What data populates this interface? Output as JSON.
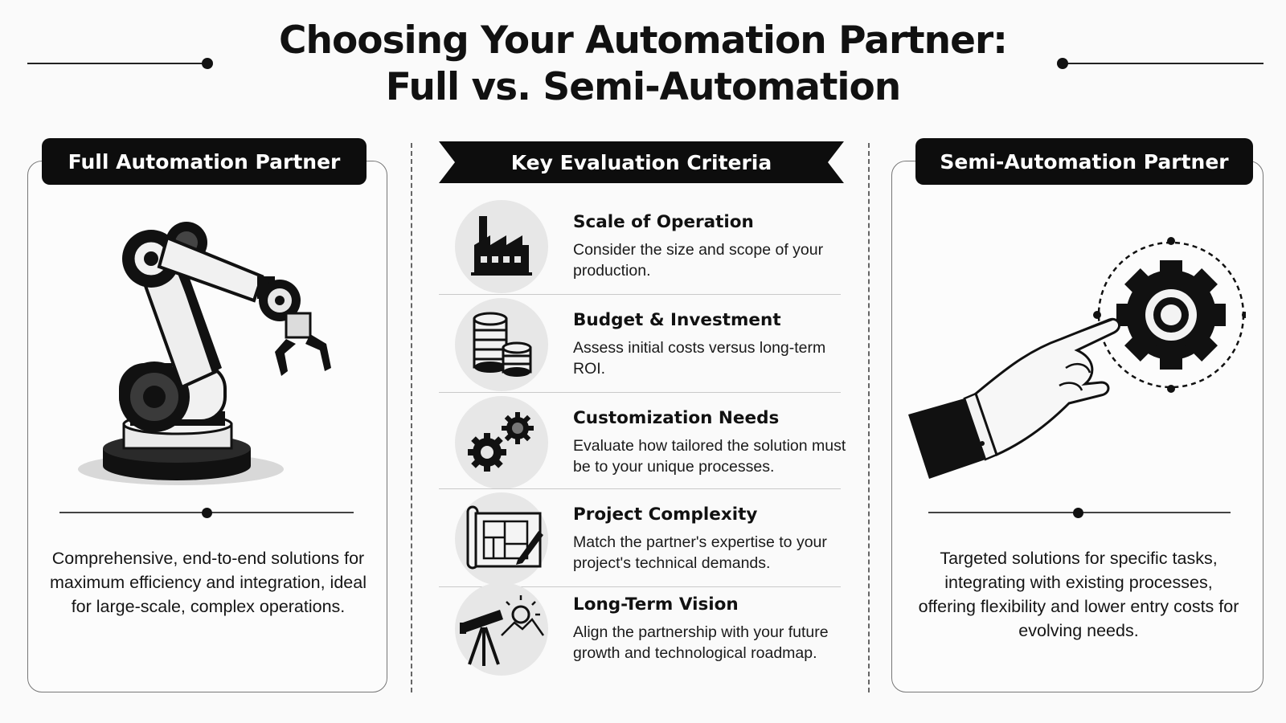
{
  "title": {
    "line1": "Choosing Your Automation Partner:",
    "line2": "Full vs. Semi-Automation"
  },
  "left_panel": {
    "header": "Full Automation Partner",
    "illustration_icon": "robotic-arm-icon",
    "description": "Comprehensive, end-to-end solutions for maximum efficiency and integration, ideal for large-scale, complex operations."
  },
  "center_panel": {
    "header": "Key Evaluation Criteria",
    "criteria": [
      {
        "icon": "factory-icon",
        "title": "Scale of Operation",
        "description": "Consider the size and scope of your production."
      },
      {
        "icon": "coin-stack-icon",
        "title": "Budget & Investment",
        "description": "Assess initial costs versus long-term ROI."
      },
      {
        "icon": "gears-icon",
        "title": "Customization Needs",
        "description": "Evaluate how tailored the solution must be to your unique processes."
      },
      {
        "icon": "blueprint-icon",
        "title": "Project Complexity",
        "description": "Match the partner's expertise to your project's technical demands."
      },
      {
        "icon": "telescope-icon",
        "title": "Long-Term Vision",
        "description": "Align the partnership with your future growth and technological roadmap."
      }
    ]
  },
  "right_panel": {
    "header": "Semi-Automation Partner",
    "illustration_icon": "hand-gear-icon",
    "description": "Targeted solutions for specific tasks, integrating with existing processes, offering flexibility and lower entry costs for evolving needs."
  },
  "colors": {
    "ink": "#111111",
    "badge": "#0d0d0d",
    "icon_circle": "#e7e7e7",
    "background": "#fafafa"
  }
}
